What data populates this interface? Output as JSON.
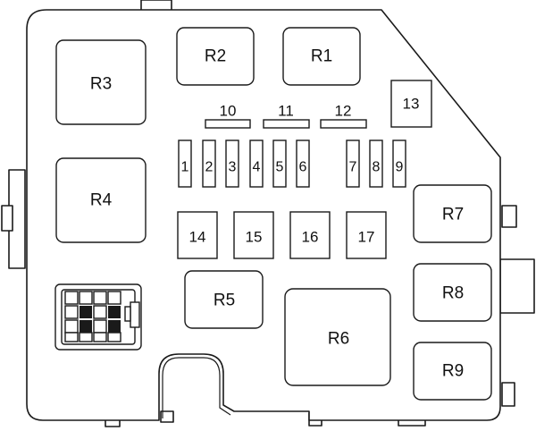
{
  "diagram": {
    "relays": {
      "r1": "R1",
      "r2": "R2",
      "r3": "R3",
      "r4": "R4",
      "r5": "R5",
      "r6": "R6",
      "r7": "R7",
      "r8": "R8",
      "r9": "R9"
    },
    "small_fuses": [
      "1",
      "2",
      "3",
      "4",
      "5",
      "6",
      "7",
      "8",
      "9"
    ],
    "bus_fuses": [
      "10",
      "11",
      "12"
    ],
    "fuse_13": "13",
    "large_fuses": [
      "14",
      "15",
      "16",
      "17"
    ]
  }
}
